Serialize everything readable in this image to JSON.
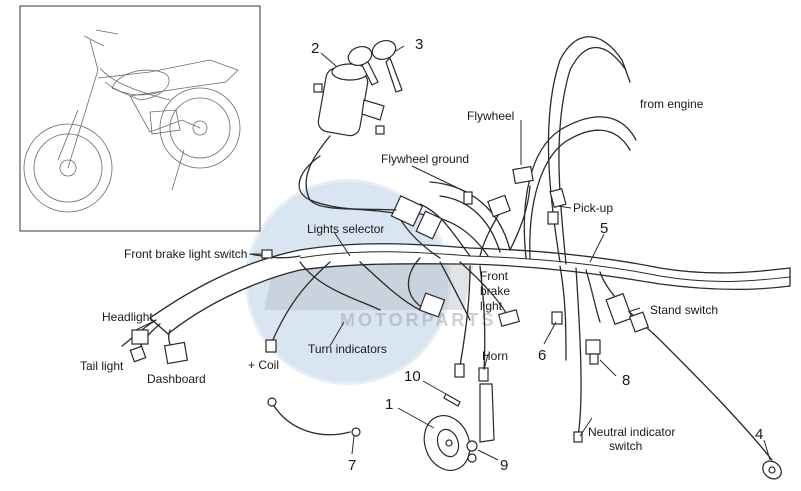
{
  "diagram": {
    "labels": {
      "flywheel": "Flywheel",
      "from_engine": "from engine",
      "flywheel_ground": "Flywheel ground",
      "pick_up": "Pick-up",
      "lights_selector": "Lights selector",
      "front_brake_light_switch": "Front brake light switch",
      "front_brake_light_line1": "Front",
      "front_brake_light_line2": "brake",
      "front_brake_light_line3": "light",
      "stand_switch": "Stand switch",
      "headlight": "Headlight",
      "tail_light": "Tail light",
      "dashboard": "Dashboard",
      "coil": "+ Coil",
      "turn_indicators": "Turn indicators",
      "horn": "Horn",
      "neutral_indicator_line1": "Neutral indicator",
      "neutral_indicator_line2": "switch"
    },
    "callouts": {
      "n1": "1",
      "n2": "2",
      "n3": "3",
      "n4": "4",
      "n5": "5",
      "n6": "6",
      "n7": "7",
      "n8": "8",
      "n9": "9",
      "n10": "10"
    },
    "watermark": {
      "text": "MOTORPARTS",
      "color": "#b9cfe6"
    }
  }
}
